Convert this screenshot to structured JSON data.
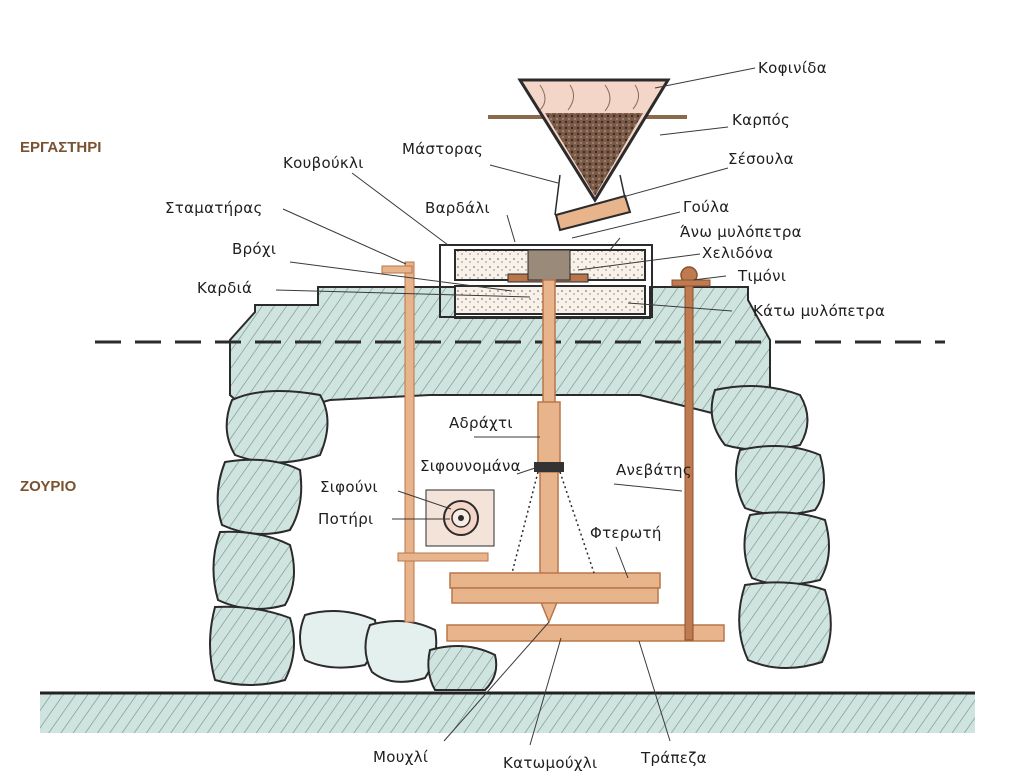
{
  "sections": {
    "workshop": "ΕΡΓΑΣΤΗΡΙ",
    "basement": "ΖΟΥΡΙΟ"
  },
  "labels": {
    "kofinida": "Κοφινίδα",
    "karpos": "Καρπός",
    "mastoras": "Μάστορας",
    "sesoula": "Σέσουλα",
    "kouvoukli": "Κουβούκλι",
    "stamatiras": "Σταματήρας",
    "vardali": "Βαρδάλι",
    "goula": "Γούλα",
    "ano_mylopetra": "Άνω μυλόπετρα",
    "vrochi": "Βρόχι",
    "chelidona": "Χελιδόνα",
    "timoni": "Τιμόνι",
    "kardia": "Καρδιά",
    "kato_mylopetra": "Κάτω μυλόπετρα",
    "adrachti": "Αδράχτι",
    "sifounomana": "Σιφουνομάνα",
    "anevatis": "Ανεβάτης",
    "sifouni": "Σιφούνι",
    "potiri": "Ποτήρι",
    "fterotí": "Φτερωτή",
    "mouchli": "Μουχλί",
    "katomouchli": "Κατωμούχλι",
    "trapeza": "Τράπεζα"
  },
  "colors": {
    "stone": "#cfe3df",
    "stone_edge": "#2b2b2b",
    "wood": "#e8b48c",
    "wood_dark": "#b8764a",
    "hopper": "#f3d6c8",
    "grain": "#6b4a3a",
    "section_text": "#7a5230"
  }
}
